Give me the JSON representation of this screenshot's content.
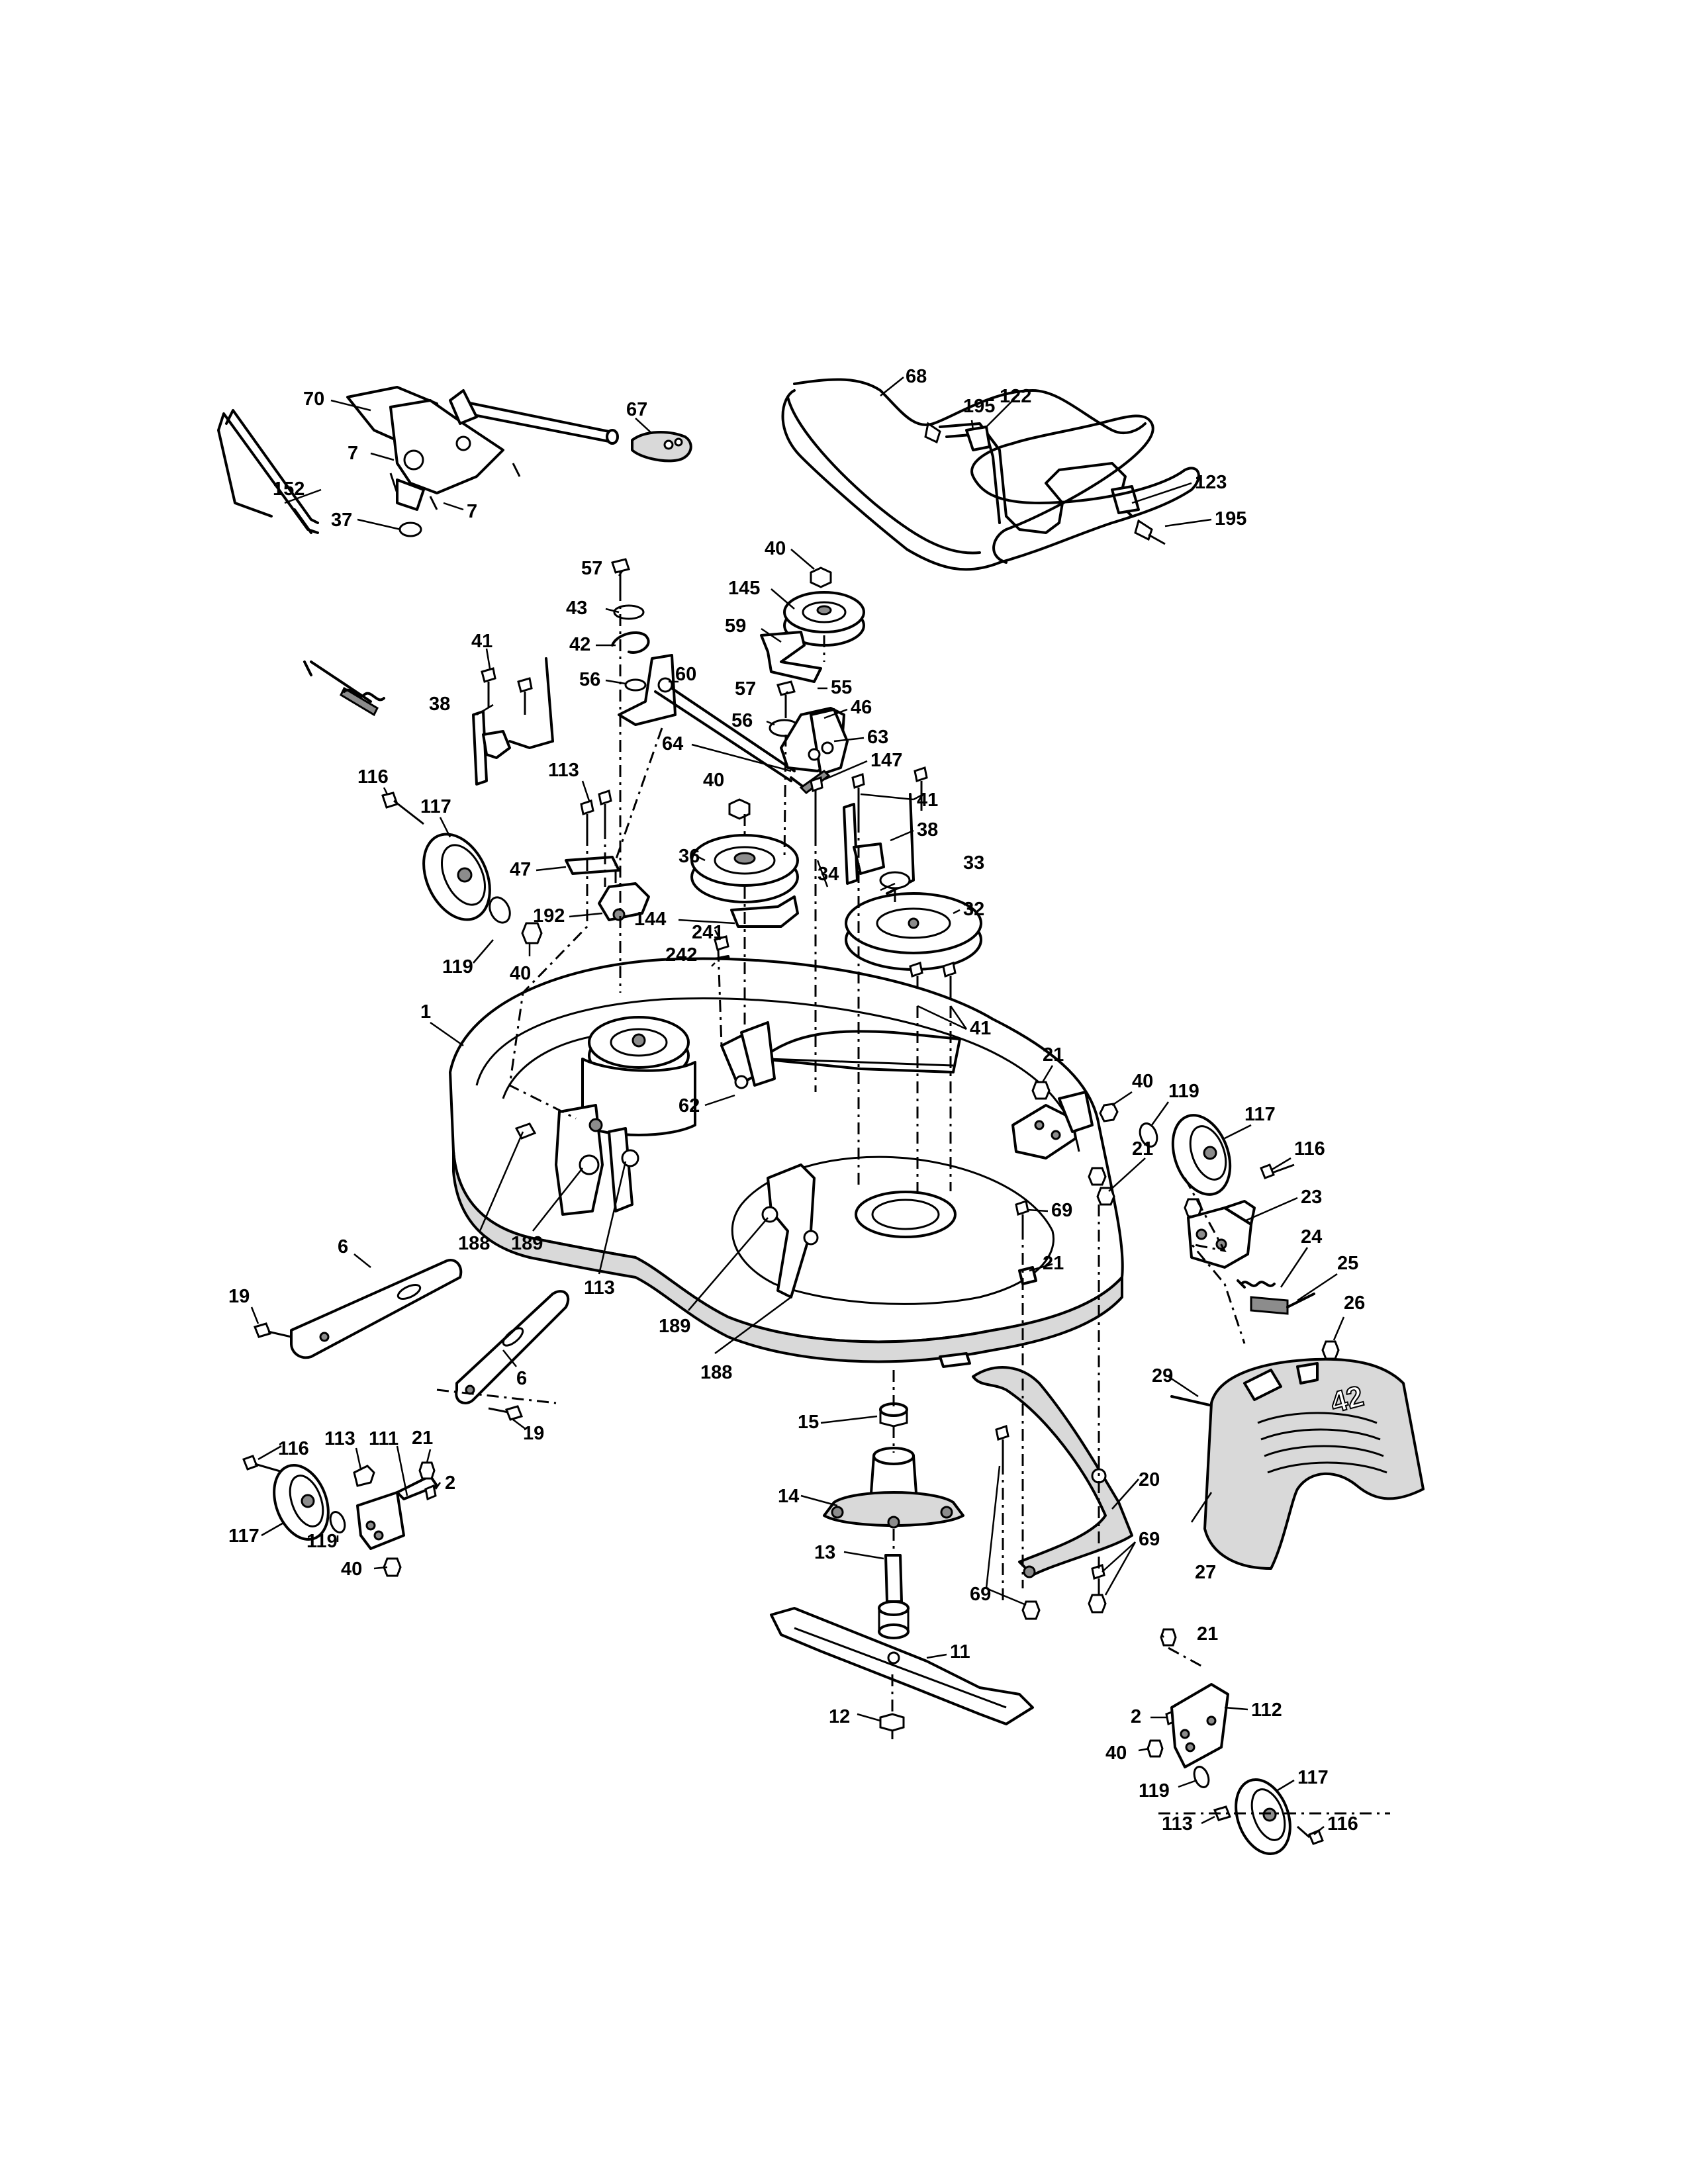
{
  "labels": {
    "l70": "70",
    "l67": "67",
    "l7a": "7",
    "l7b": "7",
    "l152": "152",
    "l37": "37",
    "l195a": "195",
    "l122": "122",
    "l68": "68",
    "l123": "123",
    "l195b": "195",
    "l40a": "40",
    "l145": "145",
    "l57a": "57",
    "l43": "43",
    "l42": "42",
    "l56a": "56",
    "l60": "60",
    "l59": "59",
    "l55": "55",
    "l57b": "57",
    "l46": "46",
    "l56b": "56",
    "l63": "63",
    "l64": "64",
    "l147": "147",
    "l41a": "41",
    "l38a": "38",
    "l40b": "40",
    "l41b": "41",
    "l38b": "38",
    "l113a": "113",
    "l116a": "116",
    "l117a": "117",
    "l36": "36",
    "l34": "34",
    "l33": "33",
    "l47": "47",
    "l32": "32",
    "l144": "144",
    "l192": "192",
    "l241": "241",
    "l242": "242",
    "l119a": "119",
    "l40c": "40",
    "l41c": "41",
    "l1": "1",
    "l21a": "21",
    "l40d": "40",
    "l119b": "119",
    "l117b": "117",
    "l62": "62",
    "l116b": "116",
    "l21b": "21",
    "l69a": "69",
    "l23": "23",
    "l188a": "188",
    "l189a": "189",
    "l113b": "113",
    "l21c": "21",
    "l24": "24",
    "l25": "25",
    "l6a": "6",
    "l19a": "19",
    "l189b": "189",
    "l26": "26",
    "l188b": "188",
    "l6b": "6",
    "l29": "29",
    "l19b": "19",
    "l15": "15",
    "l21d": "21",
    "l113c": "113",
    "l111": "111",
    "l116c": "116",
    "l2a": "2",
    "l14": "14",
    "l20": "20",
    "l117c": "117",
    "l119c": "119",
    "l40e": "40",
    "l13": "13",
    "l69b": "69",
    "l69c": "69",
    "l27": "27",
    "l11": "11",
    "l21e": "21",
    "l12": "12",
    "l112": "112",
    "l2b": "2",
    "l40f": "40",
    "l117d": "117",
    "l119d": "119",
    "l113d": "113",
    "l116d": "116"
  },
  "logo_text": "42"
}
